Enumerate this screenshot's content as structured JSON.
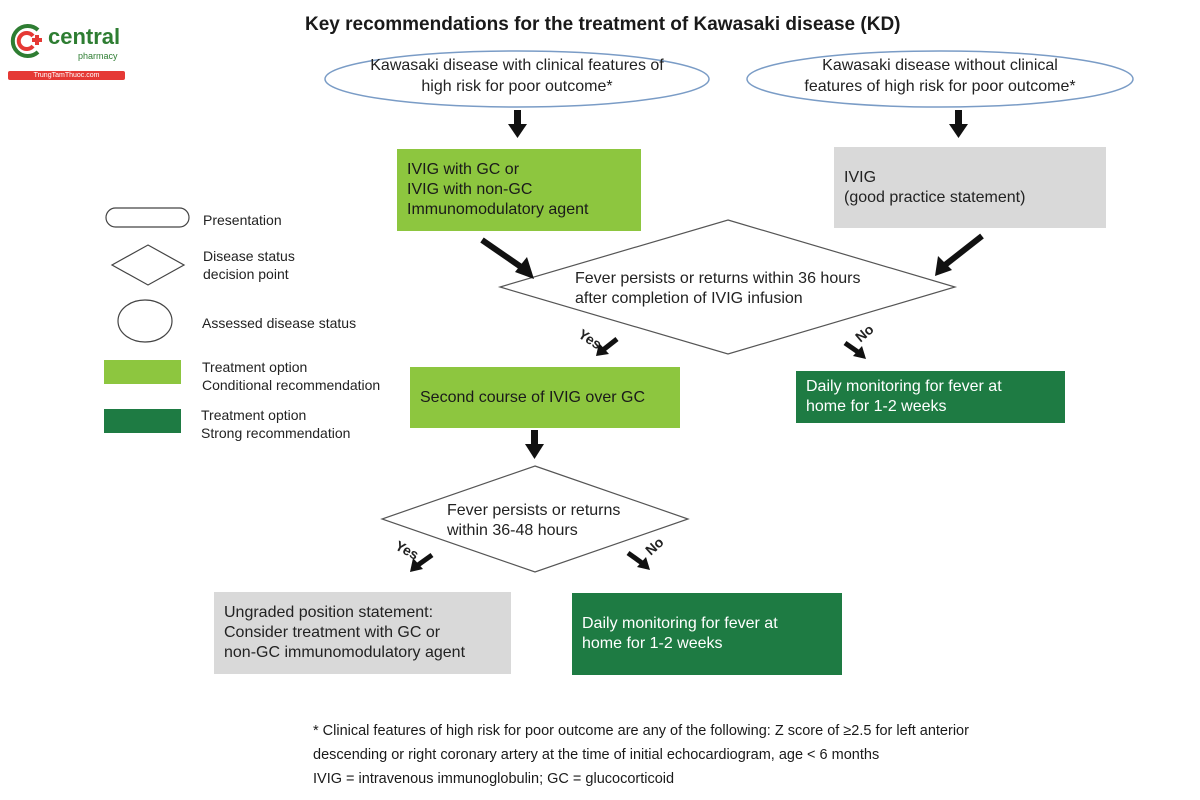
{
  "logo": {
    "name": "central",
    "sub": "pharmacy",
    "url": "TrungTamThuoc.com"
  },
  "title": "Key recommendations for the treatment of Kawasaki disease (KD)",
  "nodes": {
    "high_risk": {
      "line1": "Kawasaki disease with clinical features of",
      "line2": "high risk for poor outcome*"
    },
    "low_risk": {
      "line1": "Kawasaki disease without clinical",
      "line2": "features of high risk for poor outcome*"
    },
    "ivig_gc": {
      "line1": "IVIG with GC or",
      "line2": "IVIG with non-GC",
      "line3": "Immunomodulatory agent"
    },
    "ivig_good": {
      "line1": "IVIG",
      "line2": "(good practice statement)"
    },
    "decision1": {
      "line1": "Fever persists or returns within 36 hours",
      "line2": "after completion of IVIG infusion"
    },
    "second_course": {
      "text": "Second course of IVIG over GC"
    },
    "daily1": {
      "line1": "Daily monitoring for fever at",
      "line2": "home for 1-2 weeks"
    },
    "decision2": {
      "line1": "Fever persists or returns",
      "line2": "within 36-48 hours"
    },
    "ungraded": {
      "line1": "Ungraded position statement:",
      "line2": "Consider treatment with GC or",
      "line3": "non-GC immunomodulatory agent"
    },
    "daily2": {
      "line1": "Daily monitoring  for fever at",
      "line2": "home for 1-2 weeks"
    }
  },
  "branches": {
    "yes": "Yes",
    "no": "No"
  },
  "legend": {
    "presentation": "Presentation",
    "decision_l1": "Disease status",
    "decision_l2": "decision point",
    "assessed": "Assessed disease status",
    "conditional_l1": "Treatment option",
    "conditional_l2": "Conditional recommendation",
    "strong_l1": "Treatment option",
    "strong_l2": "Strong recommendation"
  },
  "footnote": {
    "line1": "* Clinical features of high risk for poor outcome are any of the following: Z score of ≥2.5 for left anterior",
    "line2": "descending or right coronary artery at the time of initial echocardiogram, age < 6 months",
    "line3": "IVIG = intravenous immunoglobulin; GC = glucocorticoid"
  },
  "colors": {
    "conditional": "#8dc63f",
    "strong": "#1e7b43",
    "statement": "#d9d9d9",
    "oval_border": "#7a9cc6",
    "logo_green": "#2e7d32",
    "logo_red": "#e53935"
  }
}
